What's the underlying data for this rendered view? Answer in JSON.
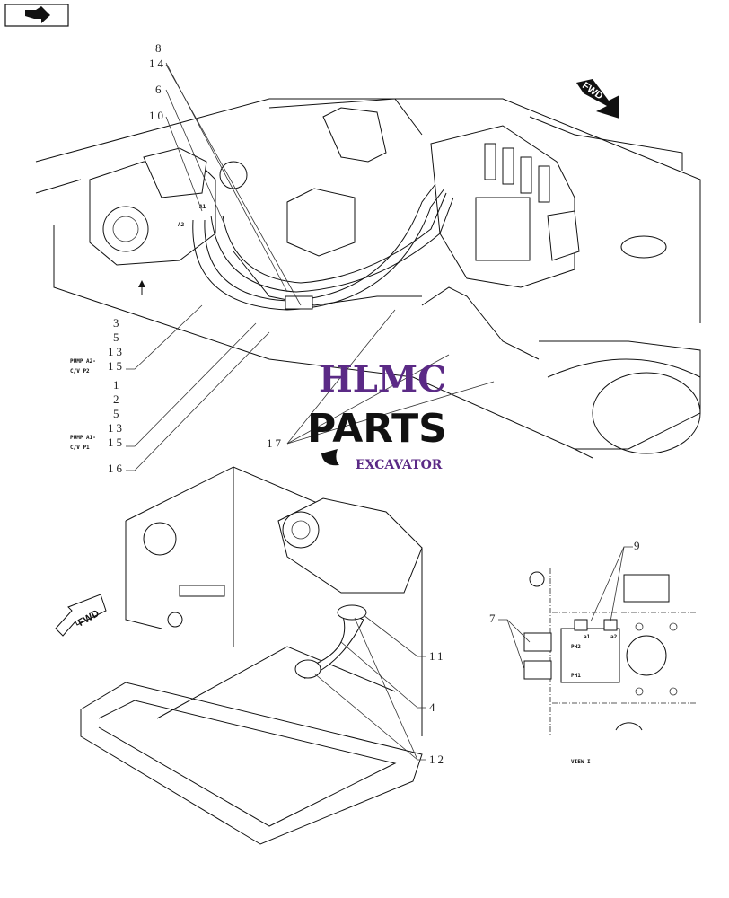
{
  "nav_icon": "navigation-arrow-icon",
  "top_view": {
    "fwd_label": "FWD",
    "callouts_top": [
      "8",
      "14",
      "6",
      "10"
    ],
    "group_p2": {
      "numbers": [
        "3",
        "5",
        "13",
        "15"
      ],
      "note_line1": "PUMP A2-",
      "note_line2": "C/V P2"
    },
    "group_p1": {
      "numbers": [
        "1",
        "2",
        "5",
        "13",
        "15"
      ],
      "note_line1": "PUMP A1-",
      "note_line2": "C/V P1"
    },
    "callout_16": "16",
    "callout_17": "17",
    "port_labels": [
      "A2",
      "A1"
    ]
  },
  "bottom_view": {
    "fwd_label": "FWD",
    "callouts": [
      "11",
      "4",
      "12"
    ]
  },
  "detail_view": {
    "callout_7": "7",
    "callout_9": "9",
    "ports": [
      "PH2",
      "PH1",
      "a1",
      "a2"
    ],
    "caption": "VIEW I"
  },
  "watermark": {
    "line1": "HLMC",
    "line2": "PARTS",
    "line3": "EXCAVATOR"
  }
}
